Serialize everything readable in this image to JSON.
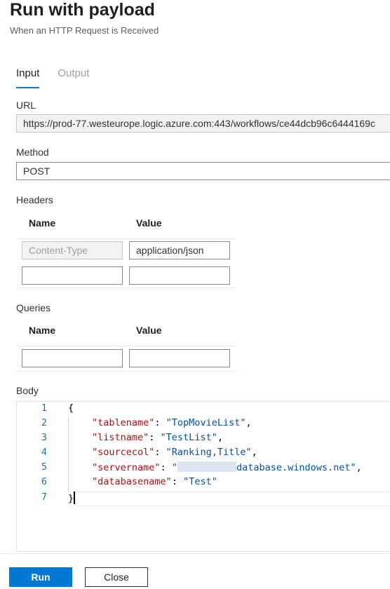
{
  "panel": {
    "title": "Run with payload",
    "subtitle": "When an HTTP Request is Received"
  },
  "tabs": [
    {
      "label": "Input",
      "active": true
    },
    {
      "label": "Output",
      "active": false
    }
  ],
  "url": {
    "label": "URL",
    "value": "https://prod-77.westeurope.logic.azure.com:443/workflows/ce44dcb96c6444169c"
  },
  "method": {
    "label": "Method",
    "value": "POST"
  },
  "headers": {
    "label": "Headers",
    "col_name": "Name",
    "col_value": "Value",
    "rows": [
      {
        "name": "Content-Type",
        "value": "application/json"
      },
      {
        "name": "",
        "value": ""
      }
    ]
  },
  "queries": {
    "label": "Queries",
    "col_name": "Name",
    "col_value": "Value",
    "rows": [
      {
        "name": "",
        "value": ""
      }
    ]
  },
  "body": {
    "label": "Body",
    "line_numbers": [
      "1",
      "2",
      "3",
      "4",
      "5",
      "6",
      "7"
    ],
    "open_brace": "{",
    "close_brace": "}",
    "entries": [
      {
        "key": "\"tablename\"",
        "sep": ": ",
        "value": "\"TopMovieList\"",
        "end": ","
      },
      {
        "key": "\"listname\"",
        "sep": ": ",
        "value": "\"TestList\"",
        "end": ","
      },
      {
        "key": "\"sourcecol\"",
        "sep": ": ",
        "value": "\"Ranking,Title\"",
        "end": ","
      },
      {
        "key": "\"servername\"",
        "sep": ": ",
        "value_prefix": "\"",
        "value": "database.windows.net\"",
        "end": ","
      },
      {
        "key": "\"databasename\"",
        "sep": ": ",
        "value": "\"Test\"",
        "end": ""
      }
    ]
  },
  "buttons": {
    "run": "Run",
    "close": "Close"
  },
  "colors": {
    "accent": "#0078d4",
    "json_key": "#a31515",
    "json_string": "#0451a5",
    "line_number": "#237893"
  }
}
